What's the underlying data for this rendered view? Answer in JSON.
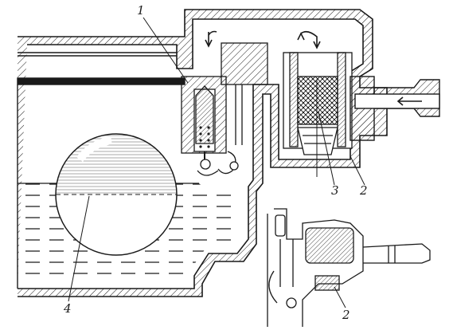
{
  "callouts": {
    "one": "1",
    "two_top": "2",
    "three": "3",
    "four": "4",
    "two_bottom": "2"
  },
  "colors": {
    "ink": "#1a1a1a",
    "paper": "#ffffff"
  }
}
